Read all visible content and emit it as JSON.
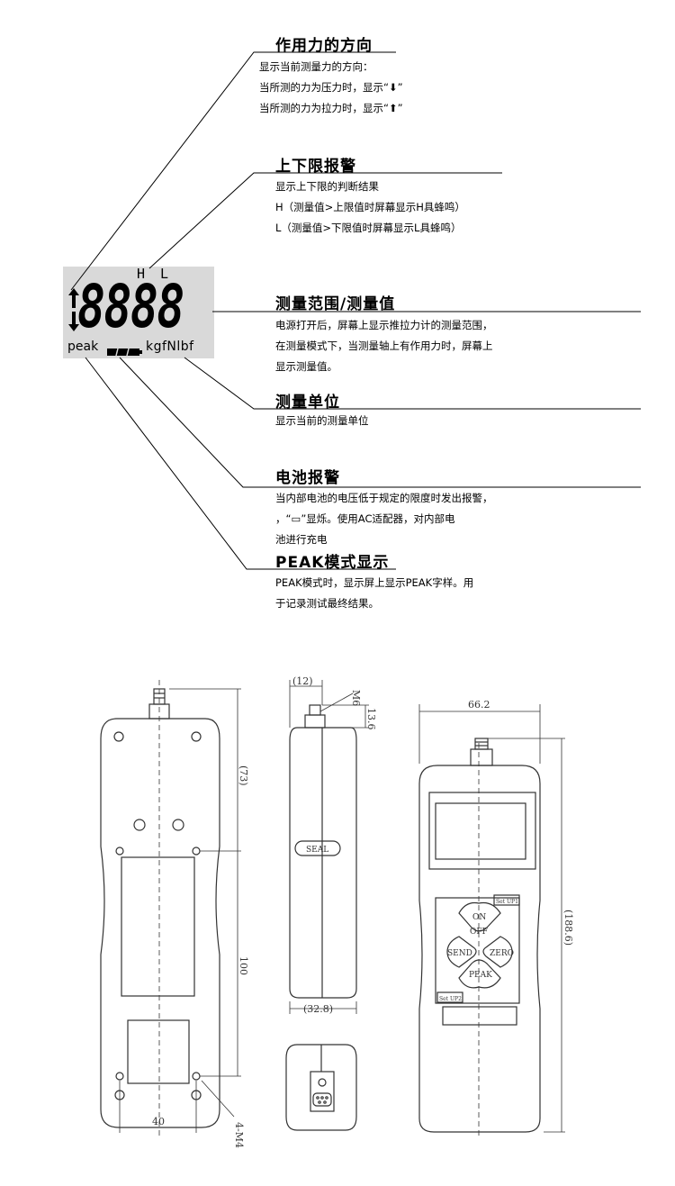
{
  "lcd": {
    "hl_label": "H L",
    "digits": "8888",
    "peak_label": "peak",
    "unit_label": "kgfNlbf"
  },
  "sections": [
    {
      "title": "作用力的方向",
      "lines": [
        "显示当前测量力的方向：",
        "当所测的力为压力时，显示“⬇”",
        "当所测的力为拉力时，显示“⬆”"
      ]
    },
    {
      "title": "上下限报警",
      "lines": [
        "显示上下限的判断结果",
        "H（测量值>上限值时屏幕显示H具蜂鸣）",
        "L（测量值>下限值时屏幕显示L具蜂鸣）"
      ]
    },
    {
      "title": "测量范围/测量值",
      "lines": [
        "电源打开后，屏幕上显示推拉力计的测量范围，",
        "在测量模式下，当测量轴上有作用力时，屏幕上",
        "显示测量值。"
      ]
    },
    {
      "title": "测量单位",
      "lines": [
        "显示当前的测量单位"
      ]
    },
    {
      "title": "电池报警",
      "lines": [
        "当内部电池的电压低于规定的限度时发出报警，",
        "，“▭”显烁。使用AC适配器，对内部电",
        "池进行充电"
      ]
    },
    {
      "title": "PEAK模式显示",
      "lines": [
        "PEAK模式时，显示屏上显示PEAK字样。用",
        "于记录测试最终结果。"
      ]
    }
  ],
  "drawing": {
    "dim_73": "(73)",
    "dim_100": "100",
    "dim_40": "40",
    "dim_4m4": "4-M4",
    "dim_12": "(12)",
    "dim_m6": "M6",
    "dim_13_6": "13.6",
    "dim_32_8": "(32.8)",
    "seal": "SEAL",
    "dim_66_2": "66.2",
    "dim_188_6": "(188.6)",
    "btn_on": "ON",
    "btn_off": "OFF",
    "btn_send": "SEND",
    "btn_zero": "ZERO",
    "btn_peak": "PEAK",
    "set_up1": "Set UP1",
    "set_up2": "Set UP2"
  }
}
